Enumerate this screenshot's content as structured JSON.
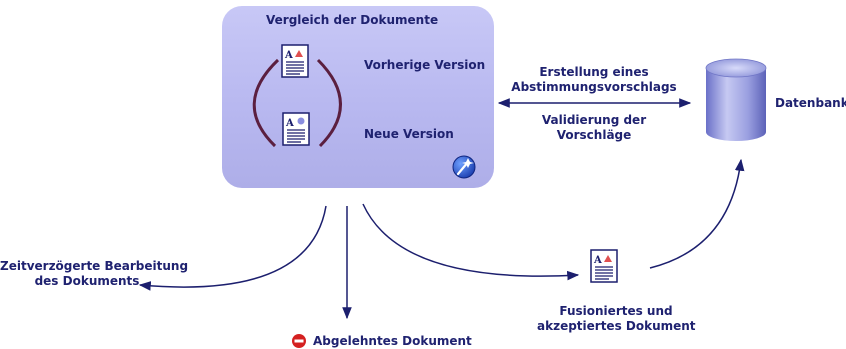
{
  "compare_box": {
    "title": "Vergleich der Dokumente",
    "previous_version": "Vorherige Version",
    "new_version": "Neue Version"
  },
  "sync": {
    "proposal_line1": "Erstellung eines",
    "proposal_line2": "Abstimmungsvorschlags",
    "validation_line1": "Validierung der",
    "validation_line2": "Vorschläge"
  },
  "database": {
    "label": "Datenbank"
  },
  "deferred": {
    "line1": "Zeitverzögerte Bearbeitung",
    "line2": "des Dokuments"
  },
  "rejected": {
    "label": "Abgelehntes Dokument"
  },
  "merged": {
    "line1": "Fusioniertes und",
    "line2": "akzeptiertes Dokument"
  },
  "colors": {
    "box": "#b8b8f0",
    "arrow": "#1c1f6e",
    "cycle": "#5b1f3f",
    "database": "#8a90d8",
    "reject": "#d42020"
  },
  "icons": [
    "document-icon",
    "database-icon",
    "reject-icon",
    "wizard-icon",
    "cycle-icon"
  ]
}
